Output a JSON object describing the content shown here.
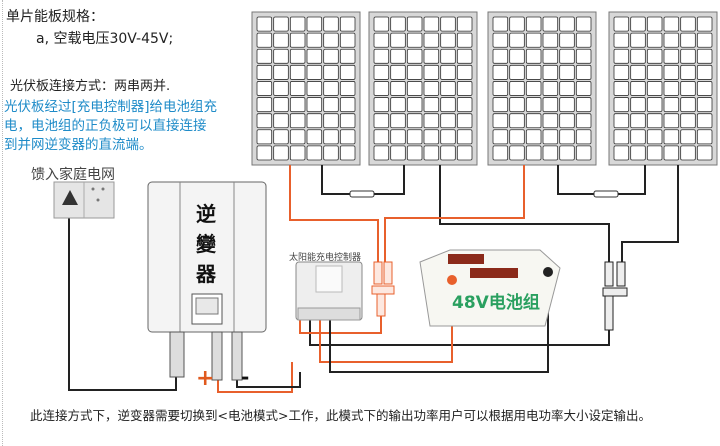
{
  "specs": {
    "title": "单片能板规格：",
    "voltage": "a, 空载电压30V-45V;"
  },
  "connection": {
    "method": "光伏板连接方式：两串两并.",
    "description_lines": [
      "光伏板经过[充电控制器]给电池组充",
      "电，电池组的正负极可以直接连接",
      "到并网逆变器的直流端。"
    ]
  },
  "components": {
    "grid_label": "馈入家庭电网",
    "inverter_label": [
      "逆",
      "變",
      "器"
    ],
    "controller_label": "太阳能充电控制器",
    "battery_label": "48V电池组",
    "plus_sign": "+",
    "minus_sign": "-",
    "solar_panel_count": 4,
    "panel_cells": {
      "cols": 6,
      "rows": 9
    }
  },
  "note": "此连接方式下，逆变器需要切换到<电池模式>工作，此模式下的输出功率用户可以根据用电功率大小设定输出。",
  "colors": {
    "positive_wire": "#e8602c",
    "negative_wire": "#222222",
    "text_blue": "#1e8bc8",
    "battery_text": "#2aa060"
  }
}
